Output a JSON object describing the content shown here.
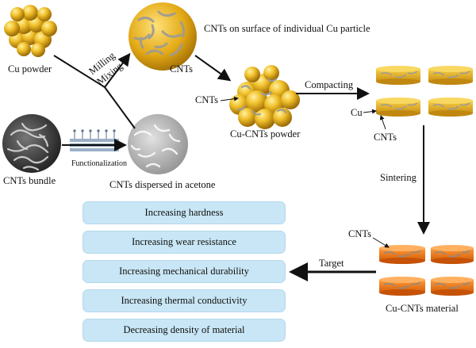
{
  "labels": {
    "cu_powder": "Cu powder",
    "milling": "Milling",
    "mixing": "Mixing",
    "cnts_surface": "CNTs on surface of individual Cu particle",
    "cnts_top": "CNTs",
    "cnts_left_powder": "CNTs",
    "cu_cnts_powder": "Cu-CNTs powder",
    "compacting": "Compacting",
    "cu": "Cu",
    "cnts_compacts": "CNTs",
    "sintering": "Sintering",
    "cnts_bundle": "CNTs bundle",
    "functionalization": "Functionalization",
    "cnts_dispersed": "CNTs dispersed in acetone",
    "cnts_material": "CNTs",
    "target": "Target",
    "cu_cnts_material": "Cu-CNTs material"
  },
  "properties": [
    "Increasing hardness",
    "Increasing wear resistance",
    "Increasing mechanical durability",
    "Increasing thermal conductivity",
    "Decreasing density of material"
  ],
  "colors": {
    "gold": "#e8b21e",
    "gold_dark": "#a57408",
    "orange": "#f07a1a",
    "box": "#c8e6f5",
    "arrow": "#111111"
  }
}
